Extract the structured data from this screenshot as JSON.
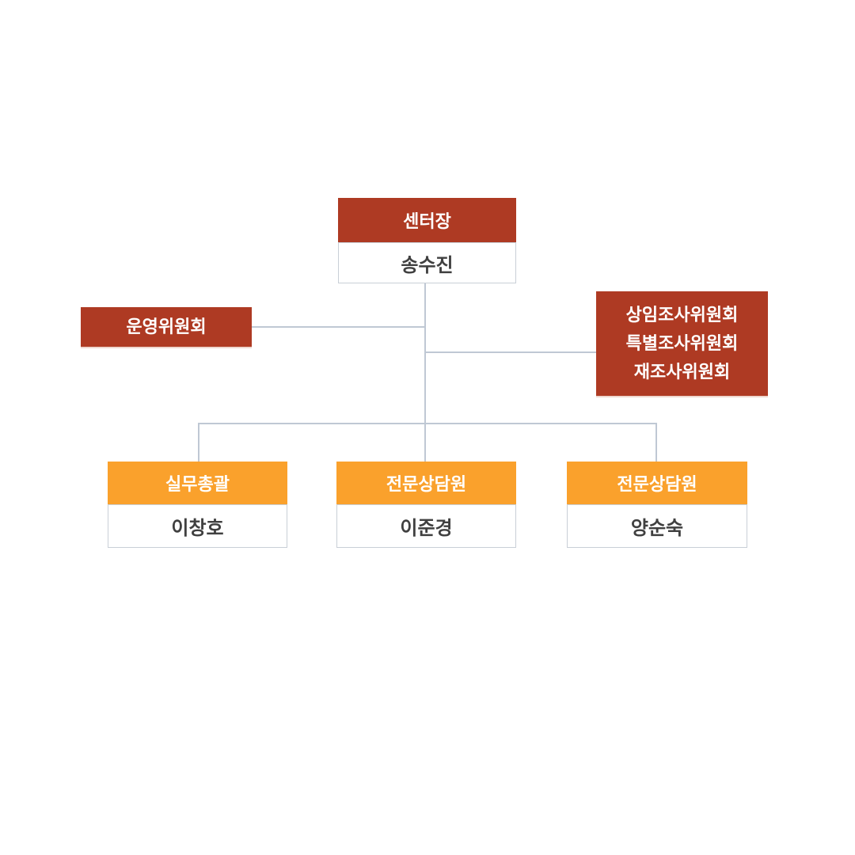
{
  "colors": {
    "red": "#AE3A23",
    "red-shadow": "#EED7CF",
    "orange": "#FAA12C",
    "line": "#BFC8D4",
    "box-border": "#C9CFD7",
    "name-text": "#404040",
    "title-text": "#FFFFFF",
    "bg": "#FFFFFF"
  },
  "org_chart": {
    "root": {
      "title": "센터장",
      "name": "송수진"
    },
    "operating_committee": {
      "title": "운영위원회"
    },
    "investigation_committees": {
      "lines": [
        "상임조사위원회",
        "특별조사위원회",
        "재조사위원회"
      ]
    },
    "staff": [
      {
        "title": "실무총괄",
        "name": "이창호"
      },
      {
        "title": "전문상담원",
        "name": "이준경"
      },
      {
        "title": "전문상담원",
        "name": "양순숙"
      }
    ]
  }
}
